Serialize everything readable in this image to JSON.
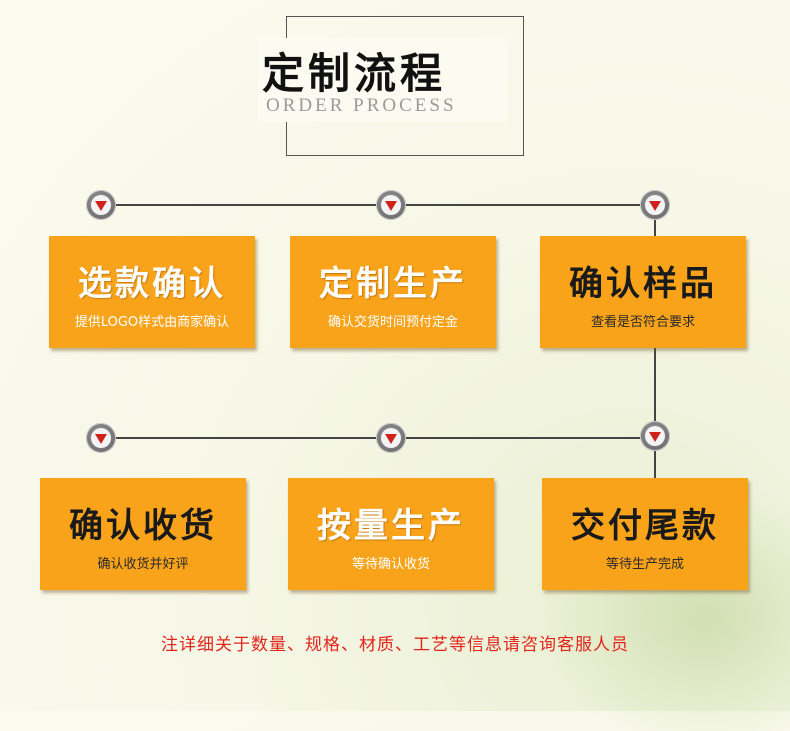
{
  "header": {
    "title": "定制流程",
    "subtitle": "ORDER PROCESS"
  },
  "steps": [
    {
      "title": "选款确认",
      "desc": "提供LOGO样式由商家确认"
    },
    {
      "title": "定制生产",
      "desc": "确认交货时间预付定金"
    },
    {
      "title": "确认样品",
      "desc": "查看是否符合要求"
    },
    {
      "title": "确认收货",
      "desc": "确认收货并好评"
    },
    {
      "title": "按量生产",
      "desc": "等待确认收货"
    },
    {
      "title": "交付尾款",
      "desc": "等待生产完成"
    }
  ],
  "footnote": "注详细关于数量、规格、材质、工艺等信息请咨询客服人员",
  "colors": {
    "box": "#f9a31b",
    "arrow": "#d0211c",
    "footnote": "#e1251b"
  }
}
